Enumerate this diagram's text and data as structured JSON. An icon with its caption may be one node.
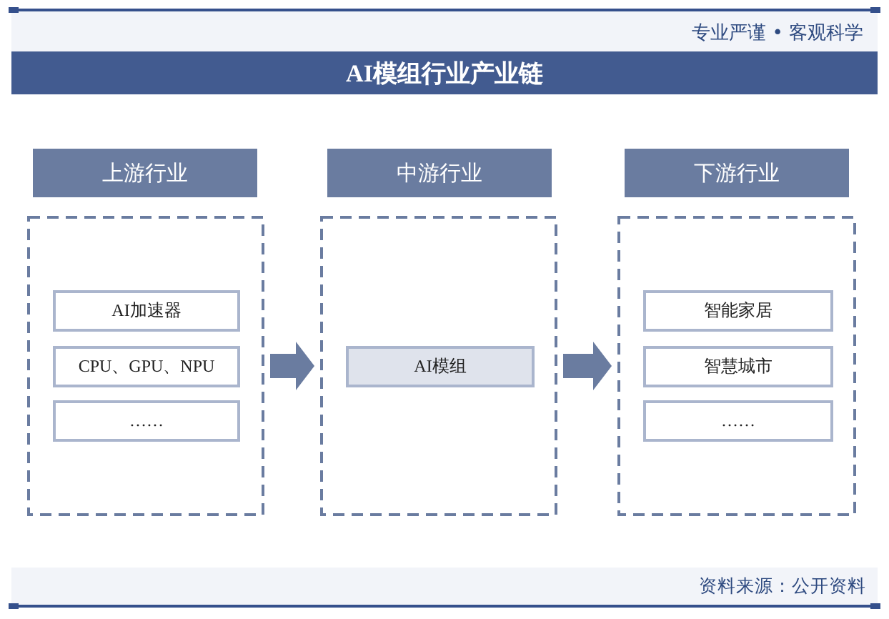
{
  "diagram": {
    "title": "AI模组行业产业链",
    "nodes": [
      {
        "text": [
          "上游行业"
        ]
      },
      {
        "text": [],
        "shape": "box"
      },
      {
        "text": [
          "AI加速器"
        ],
        "in": 1
      },
      {
        "text": [
          "CPU、GPU、NPU"
        ],
        "in": 1
      },
      {
        "text": [
          "……"
        ],
        "in": 1
      },
      {
        "text": [
          "中游行业"
        ]
      },
      {
        "text": [],
        "shape": "box"
      },
      {
        "text": [
          "AI模组"
        ],
        "in": 6
      },
      {
        "text": [
          "下游行业"
        ]
      },
      {
        "text": [],
        "shape": "box"
      },
      {
        "text": [
          "智能家居"
        ],
        "in": 9
      },
      {
        "text": [
          "智慧城市"
        ],
        "in": 9
      },
      {
        "text": [
          "……"
        ],
        "in": 9
      }
    ],
    "edges": [
      {
        "from": 1,
        "to": 6,
        "arrow": "to"
      },
      {
        "from": 6,
        "to": 9,
        "arrow": "to"
      }
    ],
    "labels": [
      "专业严谨 • 客观科学",
      "资料来源：公开资料"
    ]
  }
}
